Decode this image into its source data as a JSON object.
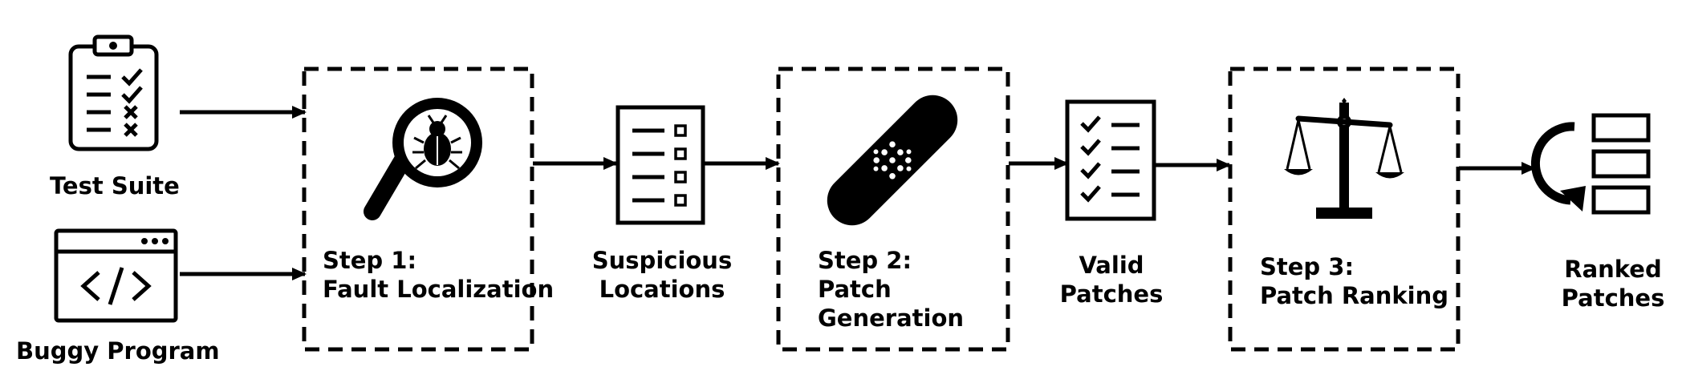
{
  "inputs": {
    "test_suite_label": "Test Suite",
    "buggy_program_label": "Buggy Program"
  },
  "steps": [
    {
      "title": "Step 1:",
      "name_lines": [
        "Fault Localization"
      ],
      "icon": "magnifier-bug-icon"
    },
    {
      "title": "Step 2:",
      "name_lines": [
        "Patch",
        "Generation"
      ],
      "icon": "bandage-icon"
    },
    {
      "title": "Step 3:",
      "name_lines": [
        "Patch Ranking"
      ],
      "icon": "balance-scale-icon"
    }
  ],
  "artifacts": [
    {
      "lines": [
        "Suspicious",
        "Locations"
      ],
      "icon": "checkbox-list-icon"
    },
    {
      "lines": [
        "Valid",
        "Patches"
      ],
      "icon": "checklist-icon"
    },
    {
      "lines": [
        "Ranked",
        "Patches"
      ],
      "icon": "ranked-list-icon"
    }
  ],
  "colors": {
    "stroke": "#000000",
    "background": "#ffffff"
  }
}
